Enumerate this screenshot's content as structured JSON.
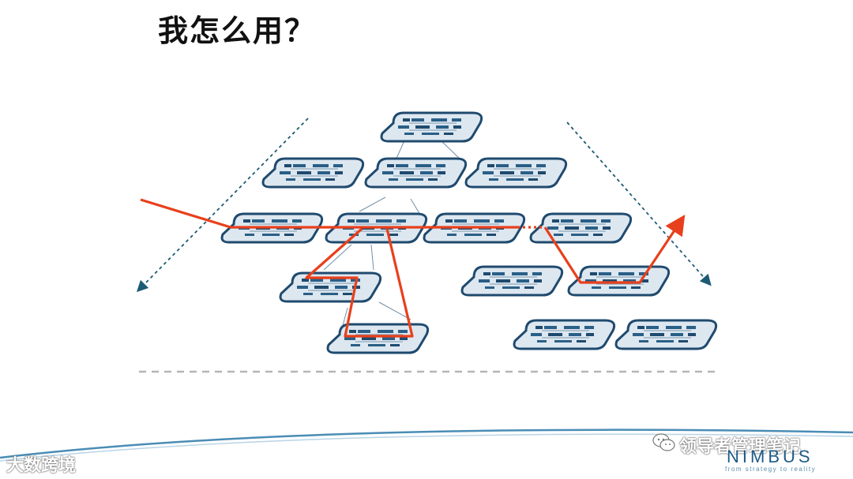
{
  "slide": {
    "title": "我怎么用？"
  },
  "footer": {
    "watermark_left": "大数跨境",
    "watermark_right": "领导者管理笔记",
    "brand_name": "NIMBUS",
    "brand_tagline": "from strategy to reality"
  },
  "colors": {
    "path": "#e8401c",
    "node_fill": "#dde7f0",
    "node_border": "#1f4a6e",
    "arrow": "#1e5a73",
    "baseline": "#b5b5b5"
  }
}
